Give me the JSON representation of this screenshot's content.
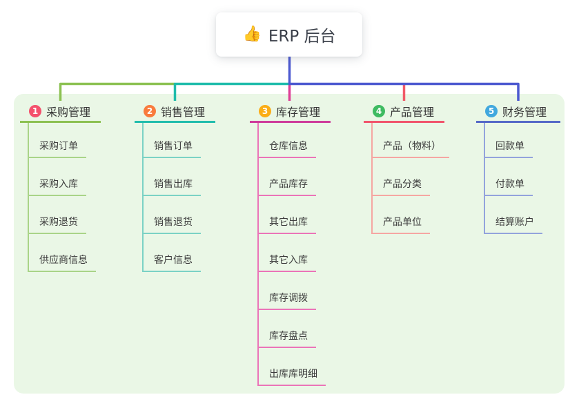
{
  "root": {
    "icon": "👍",
    "label": "ERP 后台"
  },
  "colors": {
    "page_bg": "#ffffff",
    "panel_bg": "#EAF7E6",
    "connector": {
      "indigo": "#4C59D0",
      "green": "#8CC152",
      "teal": "#1FBCAB",
      "magenta_stub": "#DE3D96",
      "red_stub": "#F15A68"
    }
  },
  "branches": [
    {
      "number": "1",
      "label": "采购管理",
      "badge_color": "#F4516C",
      "line_color": "#8CC152",
      "child_line_color": "#A9D488",
      "children": [
        "采购订单",
        "采购入库",
        "采购退货",
        "供应商信息"
      ]
    },
    {
      "number": "2",
      "label": "销售管理",
      "badge_color": "#F97B3D",
      "line_color": "#22BDAD",
      "child_line_color": "#7BD2C5",
      "children": [
        "销售订单",
        "销售出库",
        "销售退货",
        "客户信息"
      ]
    },
    {
      "number": "3",
      "label": "库存管理",
      "badge_color": "#FBAD17",
      "line_color": "#CE3C9B",
      "child_line_color": "#EB74B8",
      "children": [
        "仓库信息",
        "产品库存",
        "其它出库",
        "其它入库",
        "库存调拨",
        "库存盘点",
        "出库库明细"
      ]
    },
    {
      "number": "4",
      "label": "产品管理",
      "badge_color": "#3EBB61",
      "line_color": "#F1556C",
      "child_line_color": "#F6A6A2",
      "children": [
        "产品（物料）",
        "产品分类",
        "产品单位"
      ]
    },
    {
      "number": "5",
      "label": "财务管理",
      "badge_color": "#41A8DE",
      "line_color": "#5569C7",
      "child_line_color": "#93A3DC",
      "children": [
        "回款单",
        "付款单",
        "结算账户"
      ]
    }
  ]
}
